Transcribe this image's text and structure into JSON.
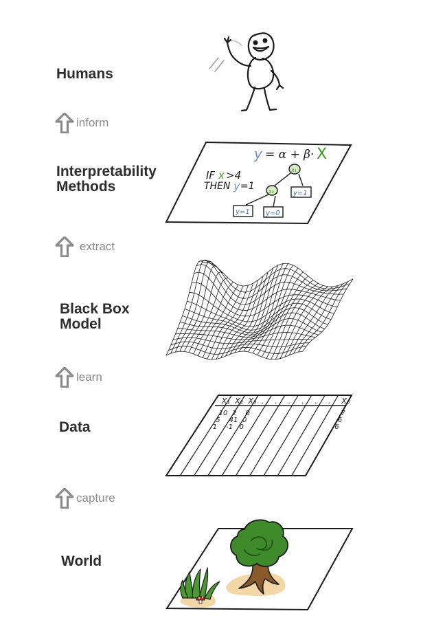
{
  "layers": [
    {
      "label": "Humans"
    },
    {
      "label": "Interpretability\nMethods"
    },
    {
      "label": "Black Box\nModel"
    },
    {
      "label": "Data"
    },
    {
      "label": "World"
    }
  ],
  "arrows": [
    {
      "text": "inform"
    },
    {
      "text": "extract"
    },
    {
      "text": "learn"
    },
    {
      "text": "capture"
    }
  ],
  "methods_card": {
    "formula_y": "y",
    "formula_mid": "= α + β·",
    "formula_x": "X",
    "rule_if": "IF",
    "rule_var": "x",
    "rule_cond": ">4",
    "rule_then": "THEN",
    "rule_y": "y",
    "rule_val": "=1",
    "tree_root": "x₁",
    "tree_mid": "x₂",
    "leaf_1": "y=1",
    "leaf_2": "y=1",
    "leaf_3": "y=0"
  },
  "data_table": {
    "headers": [
      "X₁",
      "X₂",
      "X₃",
      ".",
      ".",
      ".",
      ".",
      ".",
      ".",
      "Xₚ"
    ],
    "col1": [
      "10",
      "5",
      "1"
    ],
    "col2": [
      "2",
      "41",
      "-1"
    ],
    "col3": [
      "0",
      "0",
      "0"
    ],
    "last_col": [
      "7",
      "6",
      "6"
    ]
  },
  "colors": {
    "text_dark": "#2d2d2d",
    "arrow_gray": "#8a8a8a",
    "accent_blue": "#6f95c8",
    "accent_green": "#3c9b1e",
    "tree_green": "#3f8a2b",
    "ground": "#f2d8a6"
  }
}
